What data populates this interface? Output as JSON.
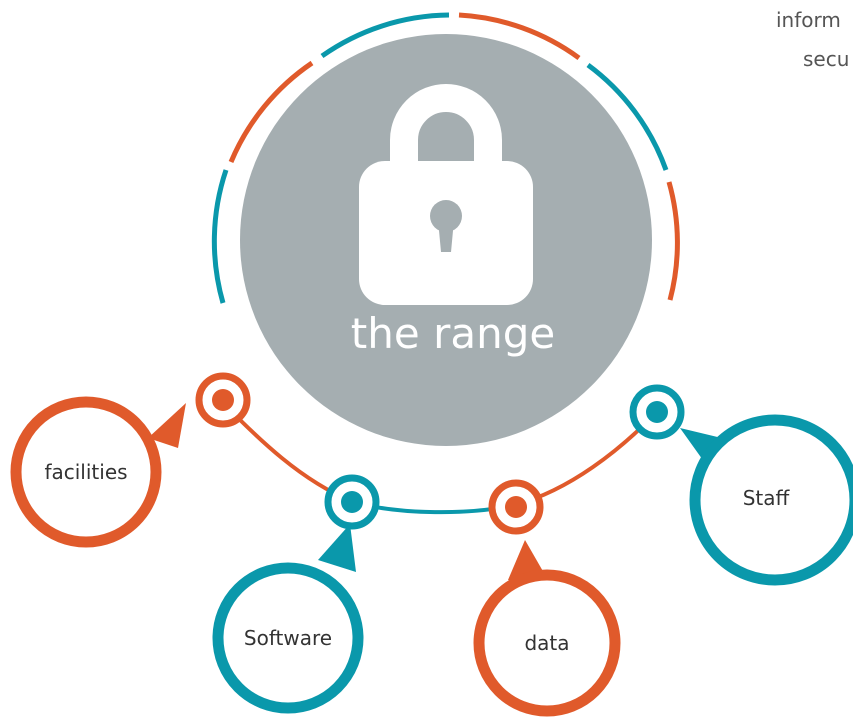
{
  "center": {
    "title": "the range",
    "icon": "padlock-icon",
    "color": "#a5aeb1"
  },
  "corner_text": {
    "line1": "inform",
    "line2": "secu"
  },
  "nodes": [
    {
      "label": "facilities",
      "color": "#e05a2b"
    },
    {
      "label": "Software",
      "color": "#0a98ab"
    },
    {
      "label": "data",
      "color": "#e05a2b"
    },
    {
      "label": "Staff",
      "color": "#0a98ab"
    }
  ],
  "colors": {
    "orange": "#e05a2b",
    "teal": "#0a98ab",
    "gray": "#a5aeb1",
    "background": "#ffffff"
  }
}
